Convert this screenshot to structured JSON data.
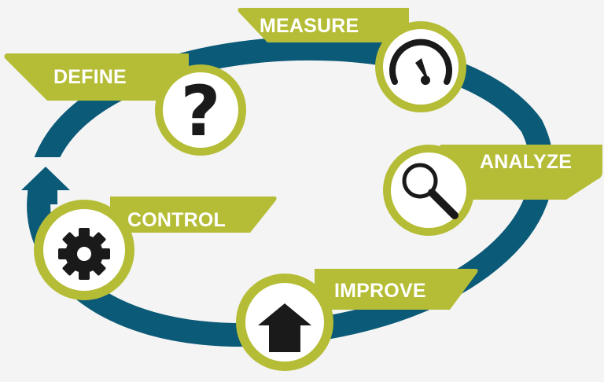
{
  "diagram": {
    "colors": {
      "background": "#f4f4f4",
      "ring": "#0b5a78",
      "accent": "#b5bd36",
      "icon_disc": "#ffffff",
      "icon": "#1a1a1a"
    },
    "steps": [
      {
        "label": "DEFINE",
        "icon": "question-mark-icon"
      },
      {
        "label": "MEASURE",
        "icon": "gauge-icon"
      },
      {
        "label": "ANALYZE",
        "icon": "magnifying-glass-icon"
      },
      {
        "label": "IMPROVE",
        "icon": "up-arrow-icon"
      },
      {
        "label": "CONTROL",
        "icon": "gear-icon"
      }
    ]
  }
}
